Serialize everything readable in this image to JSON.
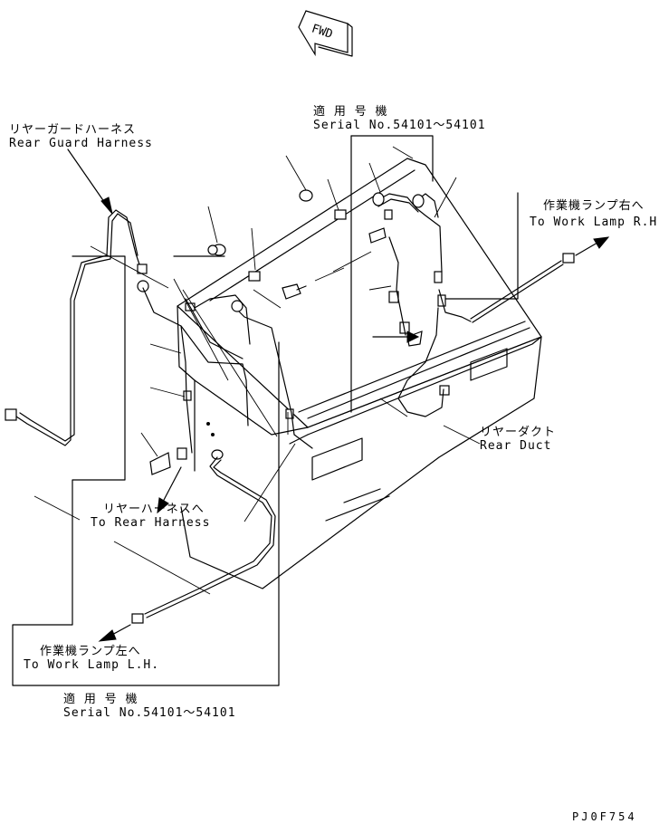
{
  "fwd_indicator": "FWD",
  "labels": {
    "rear_guard_harness": {
      "jp": "リヤーガードハーネス",
      "en": "Rear Guard Harness"
    },
    "serial_top": {
      "jp": "適 用 号 機",
      "en": "Serial No.54101～54101"
    },
    "work_lamp_rh": {
      "jp": "作業機ランプ右へ",
      "en": "To Work Lamp R.H."
    },
    "rear_duct": {
      "jp": "リヤーダクト",
      "en": "Rear Duct"
    },
    "rear_harness": {
      "jp": "リヤーハーネスへ",
      "en": "To Rear Harness"
    },
    "work_lamp_lh": {
      "jp": "作業機ランプ左へ",
      "en": "To Work Lamp L.H."
    },
    "serial_bottom": {
      "jp": "適 用 号 機",
      "en": "Serial No.54101～54101"
    }
  },
  "drawing_code": "PJ0F754"
}
